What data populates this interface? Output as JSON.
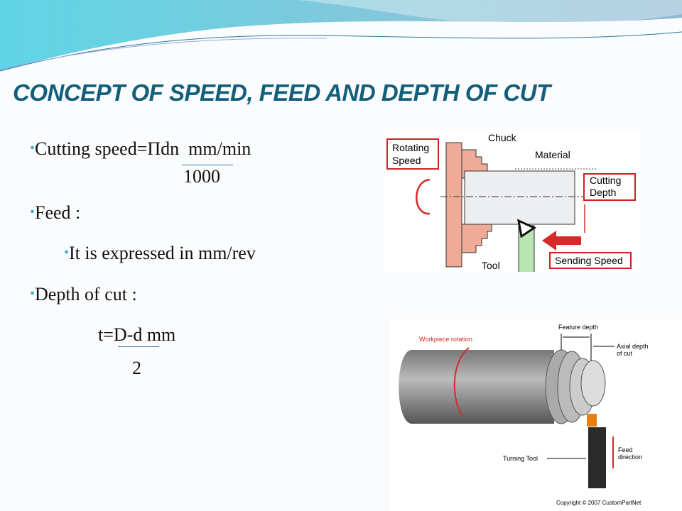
{
  "slide": {
    "title": "CONCEPT OF SPEED, FEED AND DEPTH OF CUT",
    "bullets": {
      "cutting_speed": {
        "prefix": "Cutting speed=",
        "numerator": "Πdn",
        "unit": "mm/min",
        "denominator": "1000"
      },
      "feed": {
        "label": "Feed :",
        "sub": "It is expressed in mm/rev"
      },
      "depth": {
        "label": "Depth of cut :",
        "prefix": "t=",
        "numerator": "D-d",
        "unit": "mm",
        "denominator": "2"
      }
    },
    "bullet_char": "•"
  },
  "figure1": {
    "labels": {
      "rotating": "Rotating",
      "speed": "Speed",
      "chuck": "Chuck",
      "material": "Material",
      "cutting": "Cutting",
      "depth": "Depth",
      "sending_speed": "Sending Speed",
      "tool": "Tool"
    }
  },
  "figure2": {
    "labels": {
      "workpiece_rotation": "Workpiece rotation",
      "feature_depth": "Feature depth",
      "axial1": "Axial depth",
      "axial2": "of cut",
      "turning_tool": "Turning Tool",
      "feed1": "Feed",
      "feed2": "direction",
      "copyright": "Copyright © 2007 CustomPartNet"
    }
  },
  "colors": {
    "title": "#135f79",
    "bullet": "#3fb0c9",
    "red": "#d62a2a",
    "chuck": "#f0ab98",
    "tool": "#b8e6b0"
  }
}
